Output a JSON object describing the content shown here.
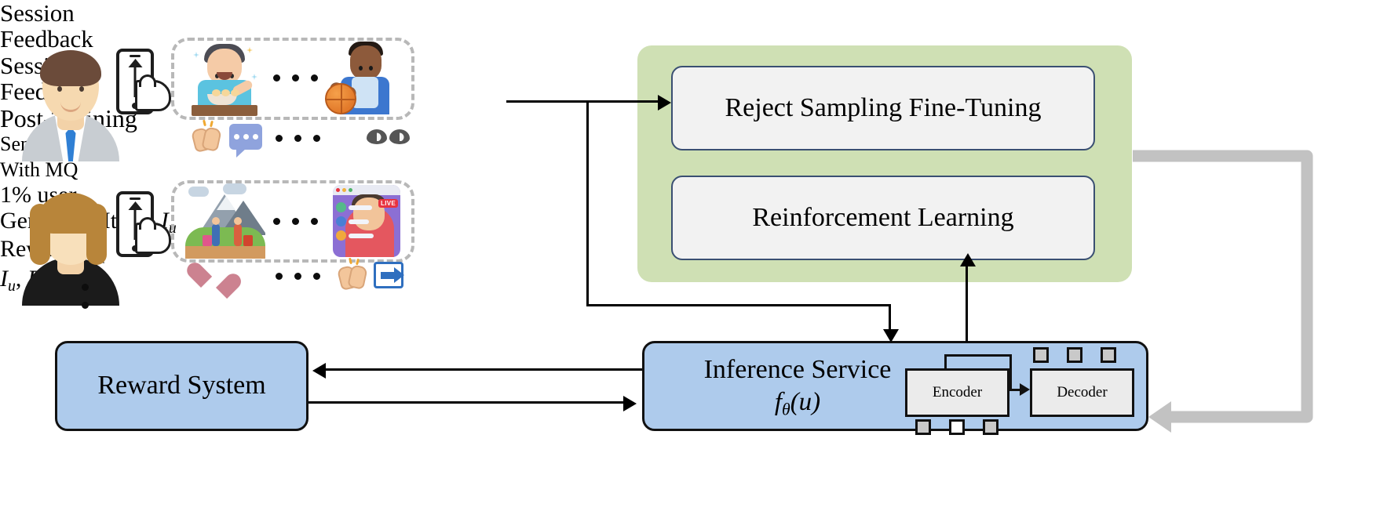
{
  "diagram": {
    "title": "Post-Training",
    "users": [
      {
        "avatar_name": "male-user-avatar",
        "phone_name": "phone-tap-icon",
        "session_label": "Session",
        "feedback_label": "Feedback",
        "session_items": [
          "cooking-video-thumbnail",
          "basketball-video-thumbnail"
        ],
        "feedback_items": [
          "clap-icon",
          "comment-icon",
          "views-eye-icon"
        ],
        "session_ellipsis": "...",
        "feedback_ellipsis": "..."
      },
      {
        "avatar_name": "female-user-avatar",
        "phone_name": "phone-tap-icon",
        "session_label": "Session",
        "feedback_label": "Feedback",
        "session_items": [
          "hiking-travel-thumbnail",
          "livestream-thumbnail"
        ],
        "feedback_items": [
          "heart-like-icon",
          "clap-icon",
          "share-icon"
        ],
        "session_ellipsis": "...",
        "feedback_ellipsis": "..."
      }
    ],
    "more_users_indicator": "⋮",
    "post_training": {
      "title": "Post-Training",
      "stages": [
        {
          "label": "Reject Sampling Fine-Tuning"
        },
        {
          "label": "Reinforcement Learning"
        }
      ]
    },
    "send_theta": {
      "line1_prefix": "Send ",
      "line1_symbol": "θ",
      "line2": "With MQ"
    },
    "reward_system": {
      "label": "Reward System"
    },
    "inference_service": {
      "label": "Inference Service",
      "formula_f": "f",
      "formula_theta": "θ",
      "formula_arg": "(u)",
      "encoder_label": "Encoder",
      "decoder_label": "Decoder"
    },
    "edges": {
      "generated_items_prefix": "Generated Items ",
      "generated_items_symbol": "I",
      "generated_items_sub": "u",
      "reward_prefix": "Reward ",
      "reward_symbol": "R",
      "reward_sub": "I",
      "reward_sub2": "u",
      "one_percent_user": "1% user",
      "feedback_pair_i": "I",
      "feedback_pair_i_sub": "u",
      "feedback_pair_comma": ", ",
      "feedback_pair_r": "R",
      "feedback_pair_r_sub": "I",
      "feedback_pair_r_sub2": "u"
    }
  },
  "colors": {
    "green_panel": "#cfe0b4",
    "blue_box": "#aecbec",
    "train_box_border": "#3a4f72",
    "train_box_fill": "#f2f2f2",
    "mq_arrow": "#c2c2c2",
    "dashed_border": "#b8b8b8"
  }
}
